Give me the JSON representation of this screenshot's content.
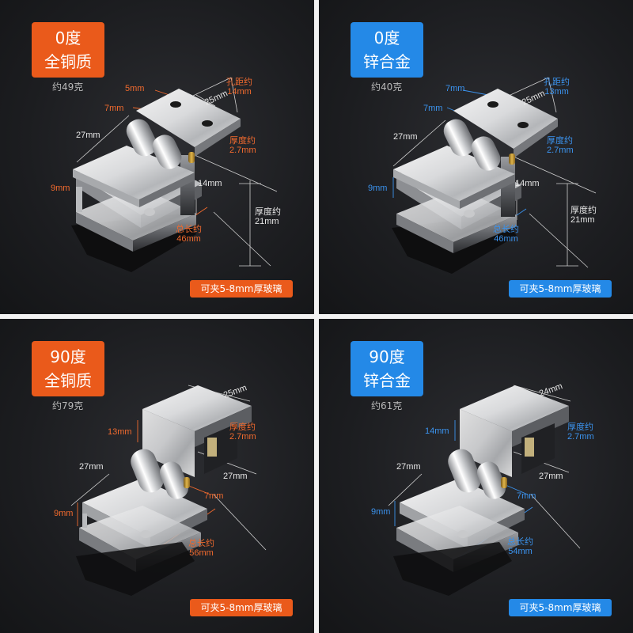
{
  "colors": {
    "orange": "#ea5a1b",
    "blue": "#2489e7",
    "background": "#1e1f22",
    "divider": "#f2f2f2"
  },
  "panels": [
    {
      "badge": {
        "line1": "0度",
        "line2": "全铜质",
        "color": "orange"
      },
      "weight": "约49克",
      "footer": "可夹5-8mm厚玻璃",
      "labels": {
        "hole_size": "5mm",
        "edge": "7mm",
        "top_width": "25mm",
        "hole_pitch_title": "孔距约",
        "hole_pitch": "14mm",
        "depth": "27mm",
        "plate_thickness_title": "厚度约",
        "plate_thickness": "2.7mm",
        "clamp_gap": "9mm",
        "inner_height": "14mm",
        "thickness_title": "厚度约",
        "thickness": "21mm",
        "total_length_title": "总长约",
        "total_length": "46mm"
      }
    },
    {
      "badge": {
        "line1": "0度",
        "line2": "锌合金",
        "color": "blue"
      },
      "weight": "约40克",
      "footer": "可夹5-8mm厚玻璃",
      "labels": {
        "hole_size": "7mm",
        "edge": "7mm",
        "top_width": "25mm",
        "hole_pitch_title": "孔距约",
        "hole_pitch": "13mm",
        "depth": "27mm",
        "plate_thickness_title": "厚度约",
        "plate_thickness": "2.7mm",
        "clamp_gap": "9mm",
        "inner_height": "14mm",
        "thickness_title": "厚度约",
        "thickness": "21mm",
        "total_length_title": "总长约",
        "total_length": "46mm"
      }
    },
    {
      "badge": {
        "line1": "90度",
        "line2": "全铜质",
        "color": "orange"
      },
      "weight": "约79克",
      "footer": "可夹5-8mm厚玻璃",
      "labels": {
        "top_width": "25mm",
        "upper_gap": "13mm",
        "plate_thickness_title": "厚度约",
        "plate_thickness": "2.7mm",
        "left_depth": "27mm",
        "right_depth": "27mm",
        "edge": "7mm",
        "clamp_gap": "9mm",
        "total_length_title": "总长约",
        "total_length": "56mm"
      }
    },
    {
      "badge": {
        "line1": "90度",
        "line2": "锌合金",
        "color": "blue"
      },
      "weight": "约61克",
      "footer": "可夹5-8mm厚玻璃",
      "labels": {
        "top_width": "24mm",
        "upper_gap": "14mm",
        "plate_thickness_title": "厚度约",
        "plate_thickness": "2.7mm",
        "left_depth": "27mm",
        "right_depth": "27mm",
        "edge": "7mm",
        "clamp_gap": "9mm",
        "total_length_title": "总长约",
        "total_length": "54mm"
      }
    }
  ]
}
